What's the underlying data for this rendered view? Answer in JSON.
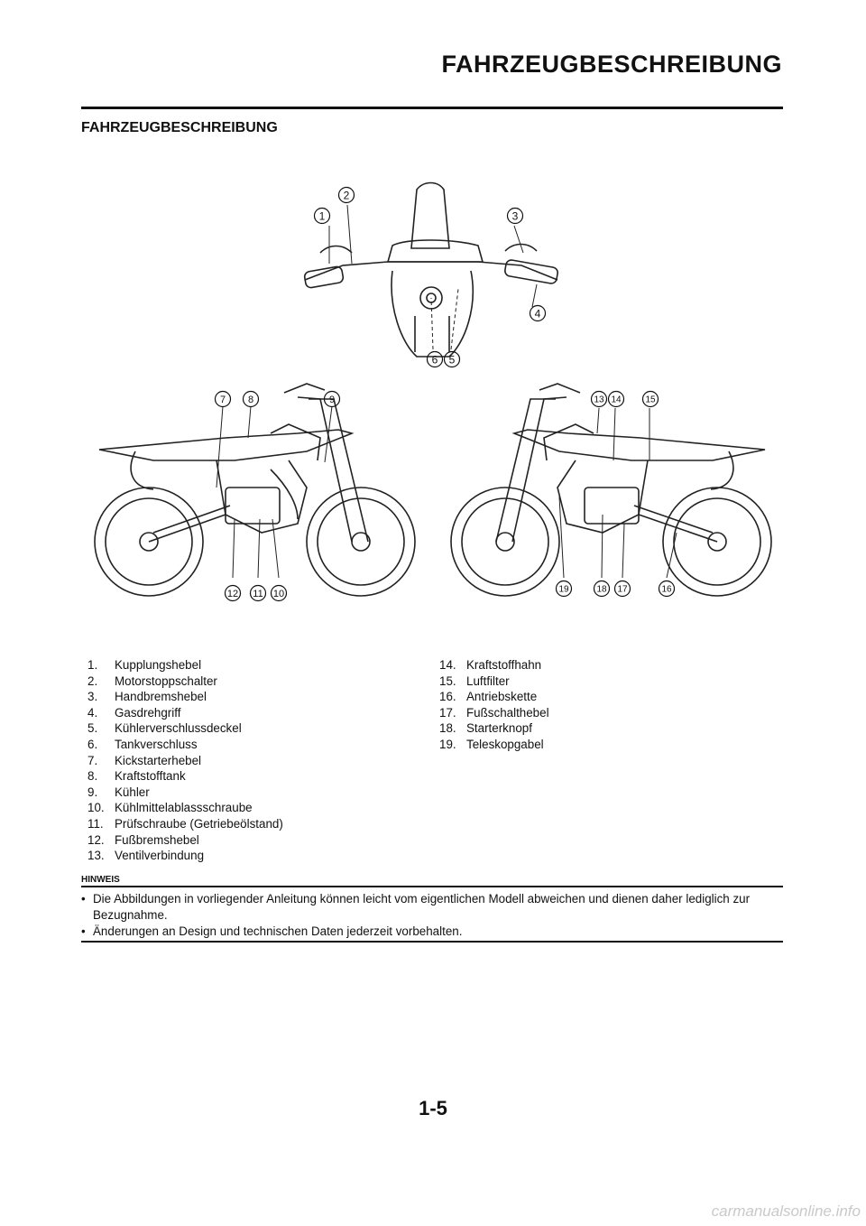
{
  "header": {
    "title": "FAHRZEUGBESCHREIBUNG"
  },
  "section": {
    "title": "FAHRZEUGBESCHREIBUNG"
  },
  "figure": {
    "callouts_top": [
      "1",
      "2",
      "3",
      "4",
      "5",
      "6"
    ],
    "callouts_left": [
      "7",
      "8",
      "9",
      "10",
      "11",
      "12"
    ],
    "callouts_right": [
      "13",
      "14",
      "15",
      "16",
      "17",
      "18",
      "19"
    ]
  },
  "legend": {
    "left": [
      {
        "num": "1.",
        "label": "Kupplungshebel"
      },
      {
        "num": "2.",
        "label": "Motorstoppschalter"
      },
      {
        "num": "3.",
        "label": "Handbremshebel"
      },
      {
        "num": "4.",
        "label": "Gasdrehgriff"
      },
      {
        "num": "5.",
        "label": "Kühlerverschlussdeckel"
      },
      {
        "num": "6.",
        "label": "Tankverschluss"
      },
      {
        "num": "7.",
        "label": "Kickstarterhebel"
      },
      {
        "num": "8.",
        "label": "Kraftstofftank"
      },
      {
        "num": "9.",
        "label": "Kühler"
      },
      {
        "num": "10.",
        "label": "Kühlmittelablassschraube"
      },
      {
        "num": "11.",
        "label": "Prüfschraube (Getriebeölstand)"
      },
      {
        "num": "12.",
        "label": "Fußbremshebel"
      },
      {
        "num": "13.",
        "label": "Ventilverbindung"
      }
    ],
    "right": [
      {
        "num": "14.",
        "label": "Kraftstoffhahn"
      },
      {
        "num": "15.",
        "label": "Luftfilter"
      },
      {
        "num": "16.",
        "label": "Antriebskette"
      },
      {
        "num": "17.",
        "label": "Fußschalthebel"
      },
      {
        "num": "18.",
        "label": "Starterknopf"
      },
      {
        "num": "19.",
        "label": "Teleskopgabel"
      }
    ]
  },
  "note": {
    "heading": "HINWEIS",
    "items": [
      "Die Abbildungen in vorliegender Anleitung können leicht vom eigentlichen Modell abweichen und dienen daher lediglich zur Bezugnahme.",
      "Änderungen an Design und technischen Daten jederzeit vorbehalten."
    ],
    "bullet": "•"
  },
  "page_number": "1-5",
  "watermark": "carmanualsonline.info"
}
